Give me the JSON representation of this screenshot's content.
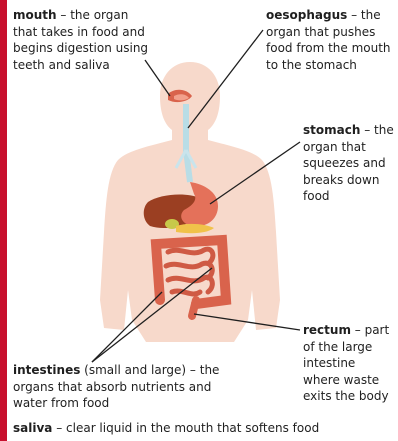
{
  "labels": {
    "mouth": {
      "term": "mouth",
      "text": " – the organ that takes in food and begins digestion using teeth and saliva"
    },
    "oesophagus": {
      "term": "oesophagus",
      "text": " – the organ that pushes food from the mouth to the stomach"
    },
    "stomach": {
      "term": "stomach",
      "text": " – the organ that squeezes and breaks down food"
    },
    "rectum": {
      "term": "rectum",
      "text": " – part of the large intestine where waste exits the body"
    },
    "intestines": {
      "term": "intestines",
      "text": " (small and large) – the organs that absorb nutrients and water from food"
    },
    "saliva": {
      "term": "saliva",
      "text": " – clear liquid in the mouth that softens food"
    }
  },
  "colors": {
    "accent_bar": "#c8102e",
    "body": "#f7d9cb",
    "intestine": "#d9634c",
    "liver": "#9b3f22",
    "stomach": "#e4715a",
    "oesophagus": "#b9dde6"
  }
}
